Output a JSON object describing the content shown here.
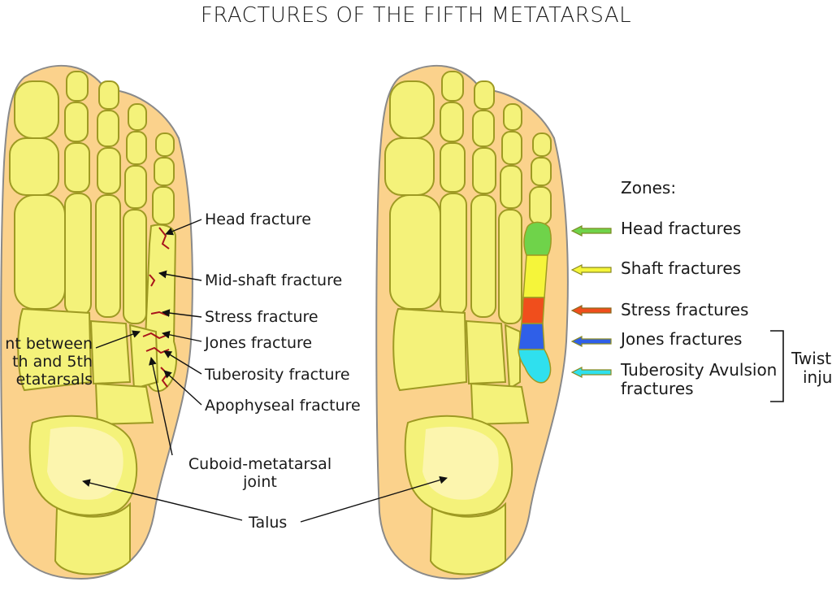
{
  "title": "FRACTURES OF THE FIFTH METATARSAL",
  "left_labels": {
    "head": "Head fracture",
    "midshaft": "Mid-shaft fracture",
    "stress": "Stress fracture",
    "jones": "Jones fracture",
    "tuberosity": "Tuberosity fracture",
    "apophyseal": "Apophyseal fracture",
    "cuboid_line1": "Cuboid-metatarsal",
    "cuboid_line2": "joint",
    "joint_line1": "nt between",
    "joint_line2": "th and 5th",
    "joint_line3": "etatarsals",
    "talus": "Talus"
  },
  "zones": {
    "heading": "Zones:",
    "items": [
      {
        "label": "Head fractures",
        "color": "#6fd34a"
      },
      {
        "label": "Shaft fractures",
        "color": "#f5f53a"
      },
      {
        "label": "Stress fractures",
        "color": "#f04e1c"
      },
      {
        "label": "Jones fractures",
        "color": "#2f5fe8"
      },
      {
        "label": "Tuberosity Avulsion",
        "label2": "fractures",
        "color": "#2fe0ee"
      }
    ],
    "bracket_line1": "Twisti",
    "bracket_line2": "inju"
  },
  "colors": {
    "skin": "#fbd28c",
    "bone": "#f4f27a",
    "bone_outline": "#9e9a23",
    "fracture": "#a8141b"
  }
}
